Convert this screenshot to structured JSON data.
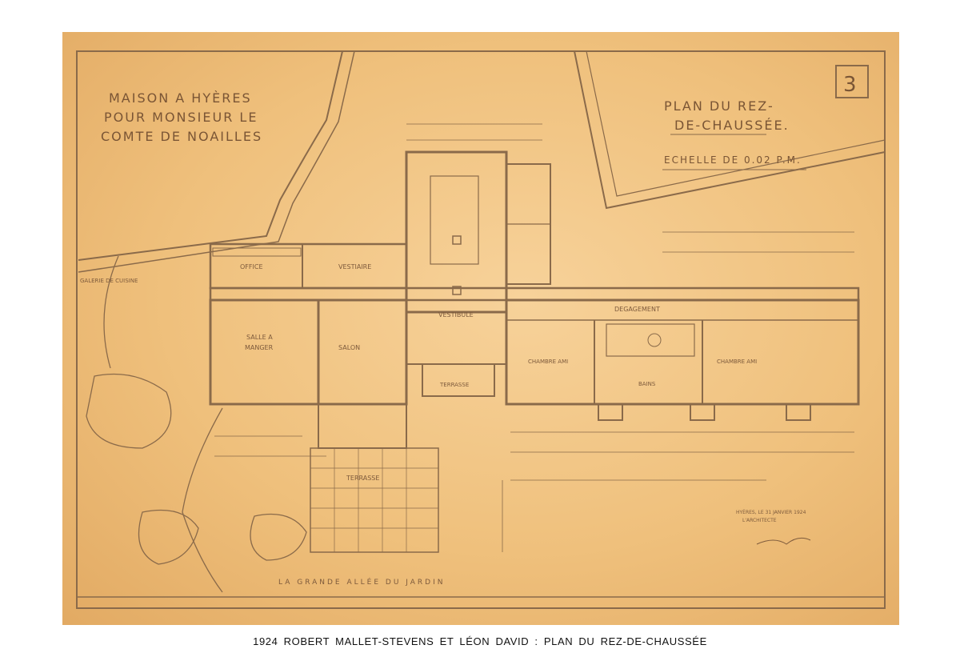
{
  "sheet": {
    "title_lines": [
      "MAISON A HYÈRES",
      "POUR MONSIEUR LE",
      "COMTE DE NOAILLES"
    ],
    "plan_lines": [
      "PLAN DU REZ-",
      "DE-CHAUSSÉE."
    ],
    "scale": "ECHELLE DE 0.02 P.M.",
    "sheet_number": "3",
    "rooms": {
      "galerie": "GALERIE DE CUISINE",
      "office": "OFFICE",
      "vestiaire": "VESTIAIRE",
      "vestibule": "VESTIBULE",
      "degagement": "DEGAGEMENT",
      "salle_a_manger_1": "SALLE A",
      "salle_a_manger_2": "MANGER",
      "salon": "SALON",
      "chambre_ami_1": "CHAMBRE AMI",
      "chambre_ami_2": "CHAMBRE AMI",
      "bains": "BAINS",
      "terrasse_couverte": "TERRASSE",
      "terrasse": "TERRASSE",
      "allee": "LA GRANDE ALLÉE DU JARDIN"
    },
    "signature_lines": [
      "HYÈRES, LE 31 JANVIER 1924",
      "L'ARCHITECTE"
    ]
  },
  "caption": "1924 ROBERT MALLET-STEVENS ET LÉON DAVID : PLAN DU REZ-DE-CHAUSSÉE",
  "colors": {
    "paper": "#efc07c",
    "ink": "#7a5535"
  }
}
